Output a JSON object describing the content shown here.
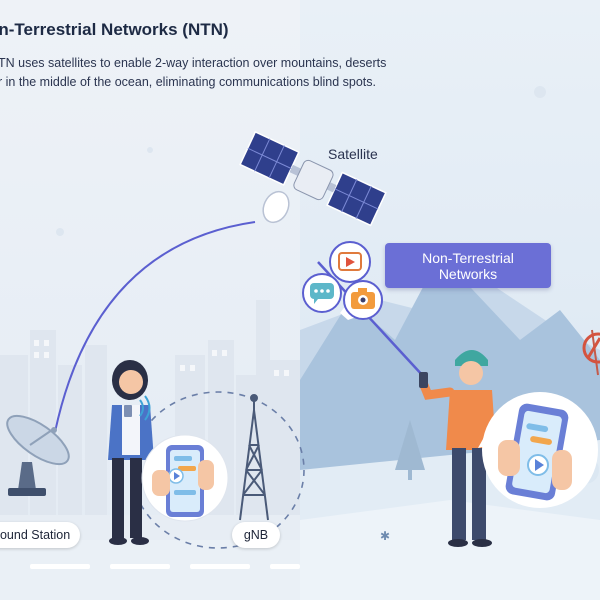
{
  "header": {
    "title": "on-Terrestrial Networks (NTN)",
    "description_lines": [
      "TN uses satellites to enable 2-way interaction over mountains, deserts",
      "r in the middle of the ocean, eliminating communications blind spots."
    ]
  },
  "labels": {
    "satellite": "Satellite",
    "ntn": "Non-Terrestrial Networks",
    "ground_station": "round Station",
    "gnb": "gNB"
  },
  "icons": [
    "satellite-icon",
    "chat-bubble-icon",
    "play-video-icon",
    "camera-icon",
    "satellite-dish-icon",
    "cell-tower-icon",
    "smartphone-icon",
    "no-signal-icon"
  ],
  "colors": {
    "accent": "#6b6fd6",
    "sky": "#eef3f8",
    "mountain": "#a9c3dd",
    "link": "#5b5fd0"
  }
}
